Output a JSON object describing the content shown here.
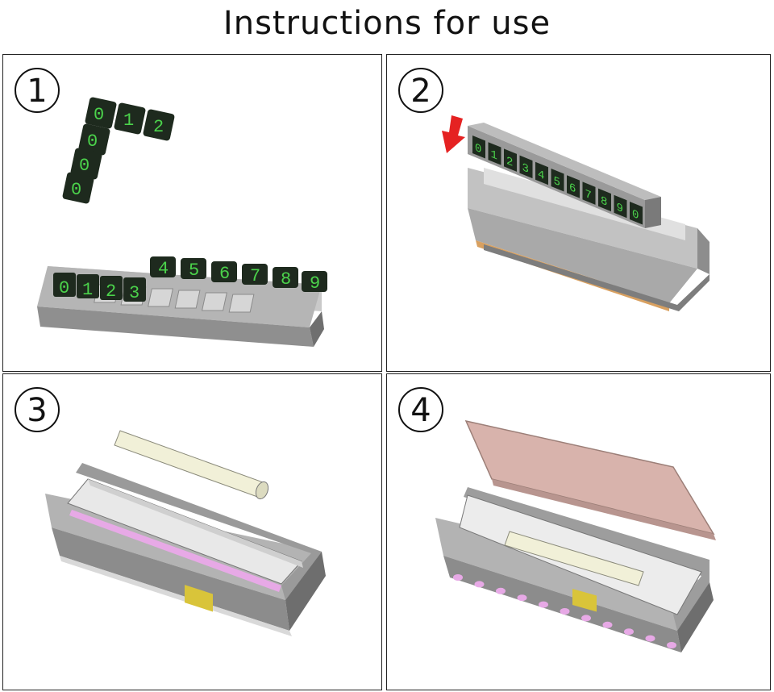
{
  "title": "Instructions for use",
  "steps": [
    {
      "number": "1",
      "digits_top": [
        "0",
        "1",
        "2"
      ],
      "digits_column": [
        "0",
        "0",
        "0"
      ],
      "digits_bar": [
        "0",
        "1",
        "2",
        "3"
      ],
      "digits_loose": [
        "4",
        "5",
        "6",
        "7",
        "8",
        "9"
      ]
    },
    {
      "number": "2",
      "digits_bar": [
        "0",
        "1",
        "2",
        "3",
        "4",
        "5",
        "6",
        "7",
        "8",
        "9",
        "0"
      ]
    },
    {
      "number": "3"
    },
    {
      "number": "4"
    }
  ],
  "colors": {
    "digit_green": "#4bd24b",
    "tile_dark": "#1e2a1e",
    "tray_grey": "#a9a9a9",
    "arrow_red": "#e52222",
    "phone_pink": "#d8b3ac",
    "pink_line": "#e7a9e6",
    "clip_yellow": "#d9c43a",
    "stick_cream": "#f1f0d8"
  },
  "icons": [
    "red-down-arrow-icon"
  ]
}
